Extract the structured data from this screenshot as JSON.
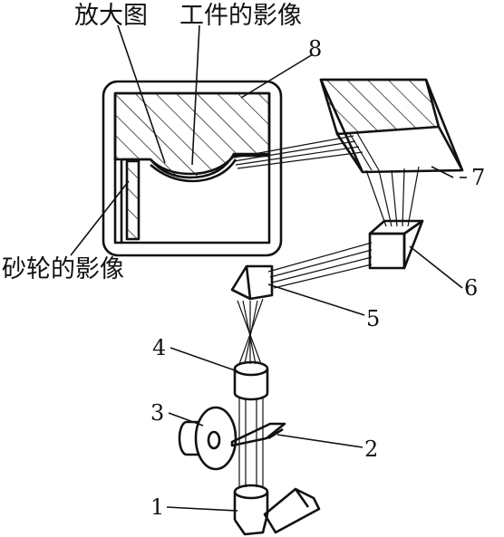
{
  "labels": {
    "enlarged_view": "放大图",
    "workpiece_image": "工件的影像",
    "wheel_image": "砂轮的影像"
  },
  "parts": [
    {
      "number": "1"
    },
    {
      "number": "2"
    },
    {
      "number": "3"
    },
    {
      "number": "4"
    },
    {
      "number": "5"
    },
    {
      "number": "6"
    },
    {
      "number": "7"
    },
    {
      "number": "8"
    }
  ]
}
